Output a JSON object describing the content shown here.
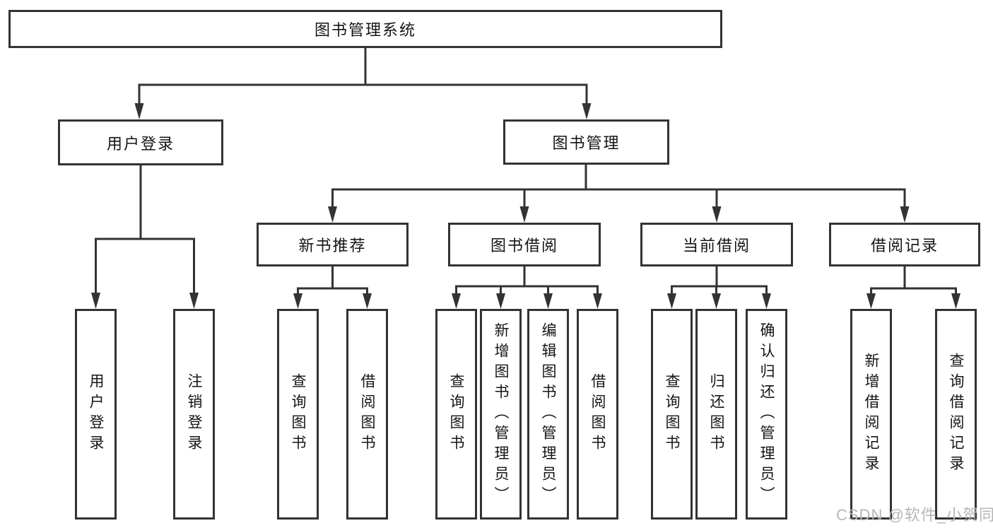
{
  "diagram": {
    "root": {
      "label": "图书管理系统"
    },
    "level2": [
      {
        "id": "user-login",
        "label": "用户登录"
      },
      {
        "id": "book-management",
        "label": "图书管理"
      }
    ],
    "level3": [
      {
        "id": "new-book-recommend",
        "label": "新书推荐"
      },
      {
        "id": "book-borrow",
        "label": "图书借阅"
      },
      {
        "id": "current-borrow",
        "label": "当前借阅"
      },
      {
        "id": "borrow-records",
        "label": "借阅记录"
      }
    ],
    "leaves": [
      {
        "parent": "user-login",
        "label": "用户登录"
      },
      {
        "parent": "user-login",
        "label": "注销登录"
      },
      {
        "parent": "new-book-recommend",
        "label": "查询图书"
      },
      {
        "parent": "new-book-recommend",
        "label": "借阅图书"
      },
      {
        "parent": "book-borrow",
        "label": "查询图书"
      },
      {
        "parent": "book-borrow",
        "label": "新增图书（管理员）"
      },
      {
        "parent": "book-borrow",
        "label": "编辑图书（管理员）"
      },
      {
        "parent": "book-borrow",
        "label": "借阅图书"
      },
      {
        "parent": "current-borrow",
        "label": "查询图书"
      },
      {
        "parent": "current-borrow",
        "label": "归还图书"
      },
      {
        "parent": "current-borrow",
        "label": "确认归还（管理员）"
      },
      {
        "parent": "borrow-records",
        "label": "新增借阅记录"
      },
      {
        "parent": "borrow-records",
        "label": "查询借阅记录"
      }
    ]
  },
  "watermark": {
    "text": "CSDN @软件_小贺同学"
  },
  "colors": {
    "line": "#333333",
    "text": "#151515",
    "background": "#ffffff",
    "watermark": "#b6b6b6"
  }
}
